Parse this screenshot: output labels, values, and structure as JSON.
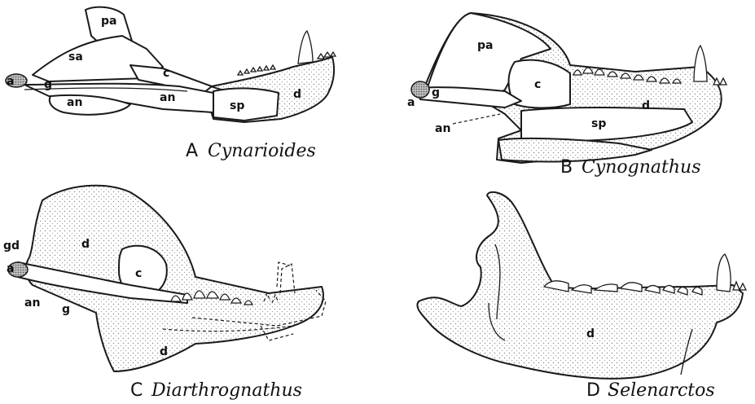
{
  "panels": {
    "A": {
      "letter": "A",
      "genus": "Cynarioides",
      "labels": {
        "pa": "pa",
        "sa": "sa",
        "c": "c",
        "a": "a",
        "g": "g",
        "an1": "an",
        "an2": "an",
        "sp": "sp",
        "d": "d"
      }
    },
    "B": {
      "letter": "B",
      "genus": "Cynognathus",
      "labels": {
        "pa": "pa",
        "c": "c",
        "a": "a",
        "g": "g",
        "an": "an",
        "sp": "sp",
        "d": "d"
      }
    },
    "C": {
      "letter": "C",
      "genus": "Diarthrognathus",
      "labels": {
        "gd": "gd",
        "d1": "d",
        "c": "c",
        "a": "a",
        "an": "an",
        "g": "g",
        "d2": "d"
      }
    },
    "D": {
      "letter": "D",
      "genus": "Selenarctos",
      "labels": {
        "d": "d"
      }
    }
  },
  "colors": {
    "line": "#1a1a1a",
    "bone_fill": "#f3f3f3",
    "stipple": "#8a8a8a",
    "articular": "#7a7a7a"
  }
}
